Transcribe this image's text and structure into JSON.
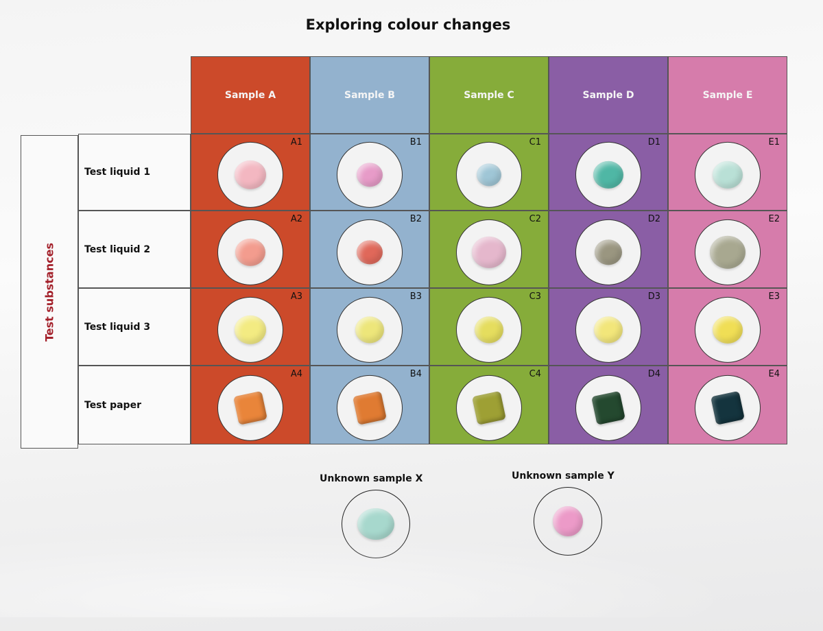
{
  "title": "Exploring colour changes",
  "side_label": "Test substances",
  "columns": [
    {
      "label": "Sample A",
      "color": "#cc4a2a"
    },
    {
      "label": "Sample B",
      "color": "#93b2ce"
    },
    {
      "label": "Sample C",
      "color": "#86ac3a"
    },
    {
      "label": "Sample D",
      "color": "#8a5ea5"
    },
    {
      "label": "Sample E",
      "color": "#d67cab"
    }
  ],
  "rows": [
    {
      "label": "Test liquid 1"
    },
    {
      "label": "Test liquid 2"
    },
    {
      "label": "Test liquid 3"
    },
    {
      "label": "Test paper"
    }
  ],
  "cells": [
    [
      {
        "id": "A1",
        "color": "#f3b7c1",
        "type": "drop",
        "size": 46
      },
      {
        "id": "B1",
        "color": "#e79bc8",
        "type": "drop",
        "size": 38
      },
      {
        "id": "C1",
        "color": "#9fc6d6",
        "type": "drop",
        "size": 36
      },
      {
        "id": "D1",
        "color": "#4fb7a5",
        "type": "drop",
        "size": 44
      },
      {
        "id": "E1",
        "color": "#b9e0d6",
        "type": "drop",
        "size": 44
      }
    ],
    [
      {
        "id": "A2",
        "color": "#f39c8e",
        "type": "drop",
        "size": 44
      },
      {
        "id": "B2",
        "color": "#e0685a",
        "type": "drop",
        "size": 38
      },
      {
        "id": "C2",
        "color": "#e5b7cc",
        "type": "drop",
        "size": 50
      },
      {
        "id": "D2",
        "color": "#9a9680",
        "type": "drop",
        "size": 40
      },
      {
        "id": "E2",
        "color": "#a8a890",
        "type": "drop",
        "size": 52
      }
    ],
    [
      {
        "id": "A3",
        "color": "#f3eb82",
        "type": "drop",
        "size": 46
      },
      {
        "id": "B3",
        "color": "#ede67a",
        "type": "drop",
        "size": 42
      },
      {
        "id": "C3",
        "color": "#e5dd5e",
        "type": "drop",
        "size": 42
      },
      {
        "id": "D3",
        "color": "#f2e67a",
        "type": "drop",
        "size": 42
      },
      {
        "id": "E3",
        "color": "#f0de55",
        "type": "drop",
        "size": 44
      }
    ],
    [
      {
        "id": "A4",
        "color": "#e9853a",
        "type": "paper"
      },
      {
        "id": "B4",
        "color": "#e07b32",
        "type": "paper"
      },
      {
        "id": "C4",
        "color": "#9ea034",
        "type": "paper"
      },
      {
        "id": "D4",
        "color": "#24492f",
        "type": "paper"
      },
      {
        "id": "E4",
        "color": "#14343e",
        "type": "paper"
      }
    ]
  ],
  "unknowns": [
    {
      "label": "Unknown sample X",
      "color": "#a7d8cd"
    },
    {
      "label": "Unknown sample Y",
      "color": "#ec9ac8"
    }
  ]
}
